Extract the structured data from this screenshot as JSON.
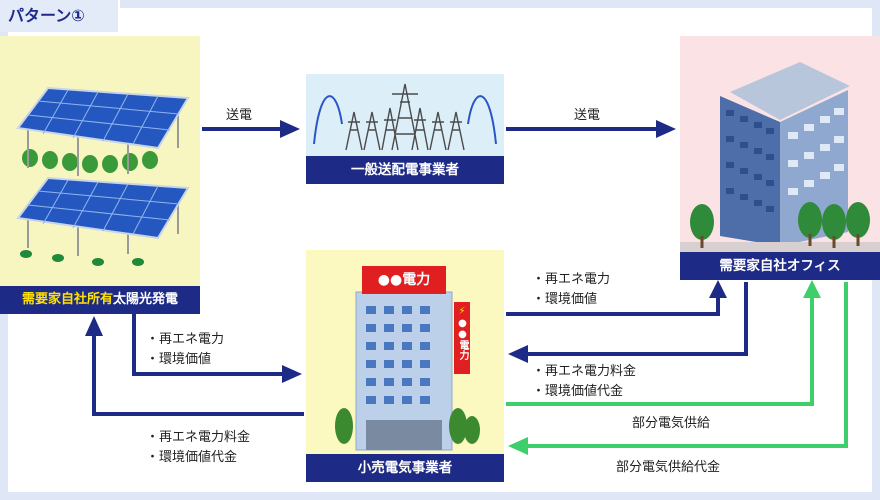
{
  "pattern_label": "パターン①",
  "solar": {
    "label_part1": "需要家自社所有",
    "label_part2": "太陽光発電"
  },
  "grid_operator": {
    "label": "一般送配電事業者"
  },
  "office": {
    "label": "需要家自社オフィス"
  },
  "retailer": {
    "label": "小売電気事業者",
    "sign_top": "●●電力",
    "sign_side": "●●電力"
  },
  "arrows": {
    "transmission_1": "送電",
    "transmission_2": "送電",
    "solar_to_retailer": [
      "再エネ電力",
      "環境価値"
    ],
    "retailer_to_solar": [
      "再エネ電力料金",
      "環境価値代金"
    ],
    "retailer_to_office": [
      "再エネ電力",
      "環境価値"
    ],
    "office_to_retailer": [
      "再エネ電力料金",
      "環境価値代金"
    ],
    "partial_supply": "部分電気供給",
    "partial_supply_fee": "部分電気供給代金"
  },
  "colors": {
    "navy": "#1e2b86",
    "green": "#3fcf6a",
    "highlight_yellow": "#ffe200"
  }
}
